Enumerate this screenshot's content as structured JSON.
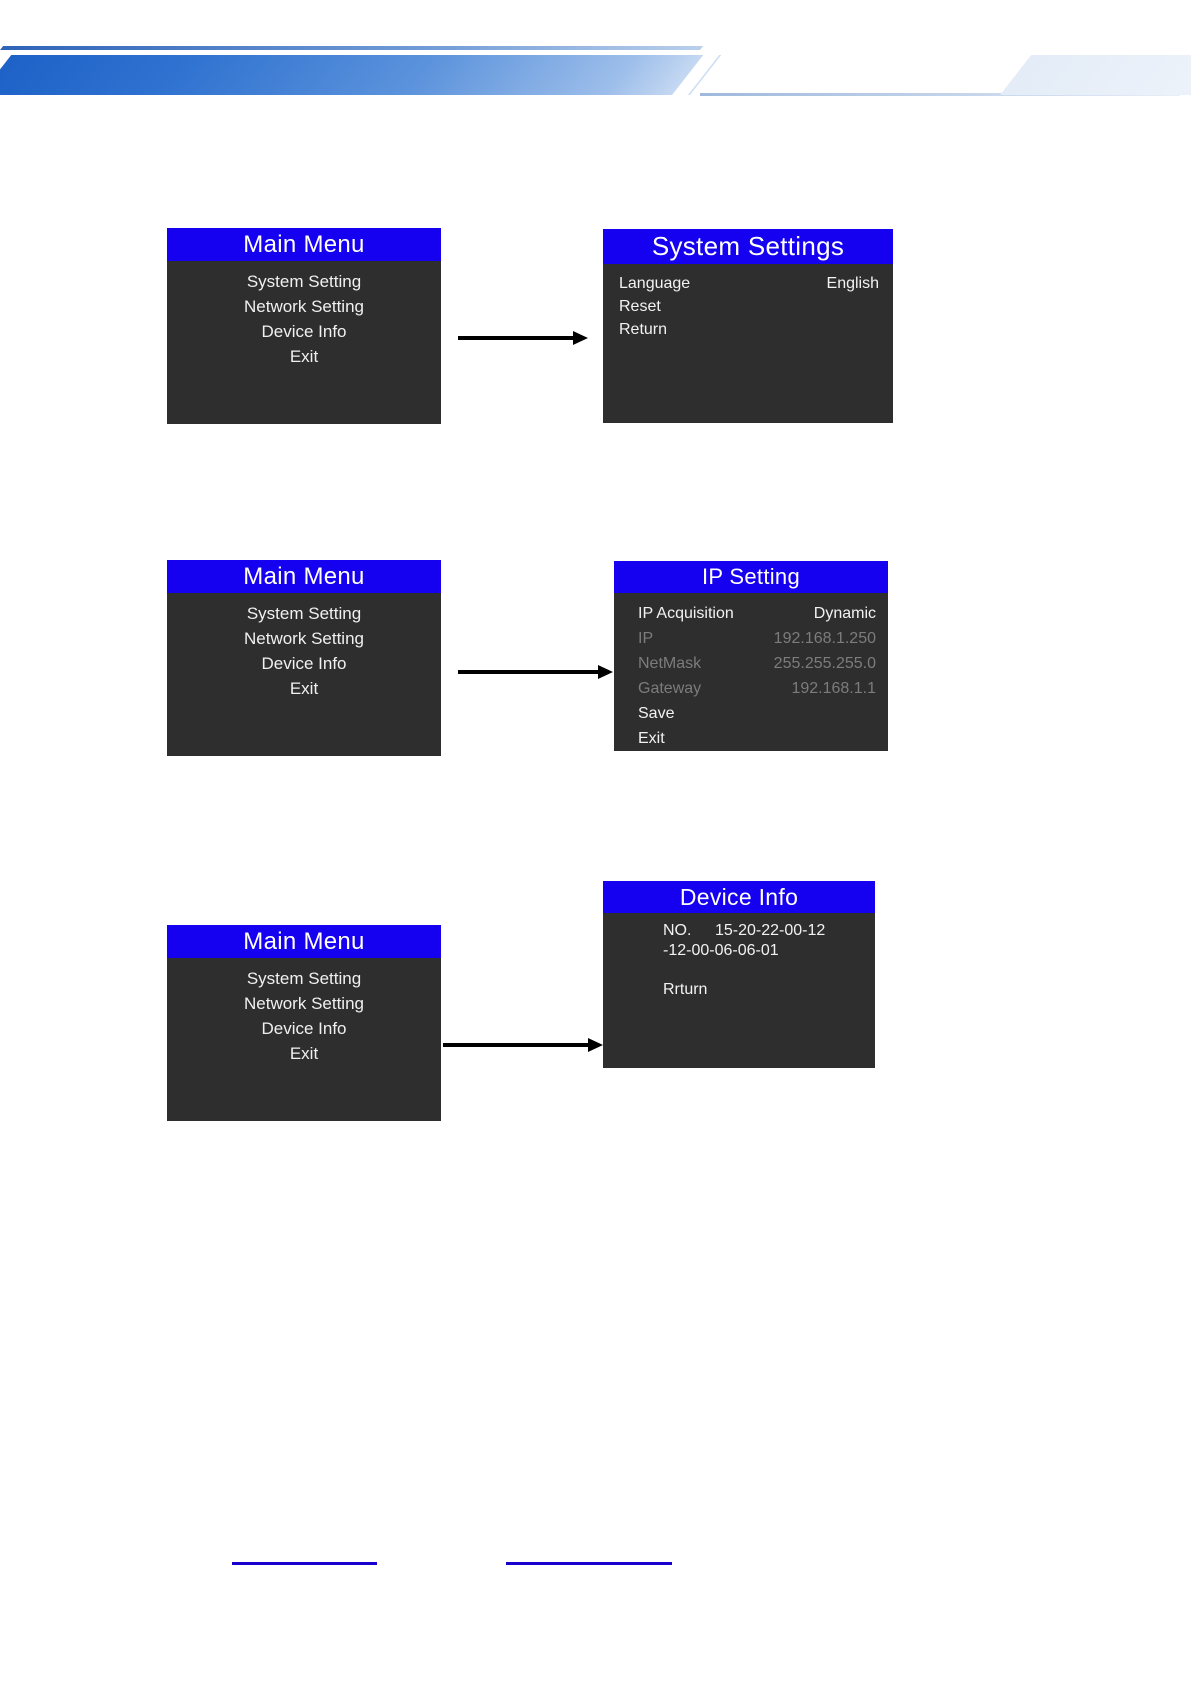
{
  "page": {
    "background_color": "#ffffff",
    "banner_accent_color": "#1e62c8"
  },
  "panels": {
    "main_menu": {
      "title": "Main Menu",
      "items": [
        "System Setting",
        "Network Setting",
        "Device Info",
        "Exit"
      ],
      "title_bg": "#1500f0",
      "body_bg": "#2e2e2e",
      "text_color": "#f0f0f0"
    },
    "system_settings": {
      "title": "System Settings",
      "rows": [
        {
          "label": "Language",
          "value": "English",
          "dim": false
        },
        {
          "label": "Reset",
          "value": "",
          "dim": false
        },
        {
          "label": "Return",
          "value": "",
          "dim": false
        }
      ]
    },
    "ip_setting": {
      "title": "IP Setting",
      "rows": [
        {
          "label": "IP Acquisition",
          "value": "Dynamic",
          "dim": false
        },
        {
          "label": "IP",
          "value": "192.168.1.250",
          "dim": true
        },
        {
          "label": "NetMask",
          "value": "255.255.255.0",
          "dim": true
        },
        {
          "label": "Gateway",
          "value": "192.168.1.1",
          "dim": true
        },
        {
          "label": "Save",
          "value": "",
          "dim": false
        },
        {
          "label": "Exit",
          "value": "",
          "dim": false
        }
      ]
    },
    "device_info": {
      "title": "Device Info",
      "no_label": "NO.",
      "no_value_line1": "15-20-22-00-12",
      "no_value_line2": "-12-00-06-06-01",
      "return_label": "Rrturn"
    }
  },
  "flows": [
    {
      "from": "Main Menu",
      "to": "System Settings",
      "arrow": "arrow-right-icon"
    },
    {
      "from": "Main Menu",
      "to": "IP Setting",
      "arrow": "arrow-right-icon"
    },
    {
      "from": "Main Menu",
      "to": "Device Info",
      "arrow": "arrow-right-icon"
    }
  ],
  "footer": {
    "rule_color": "#1a00cc",
    "rules": [
      "",
      ""
    ]
  }
}
